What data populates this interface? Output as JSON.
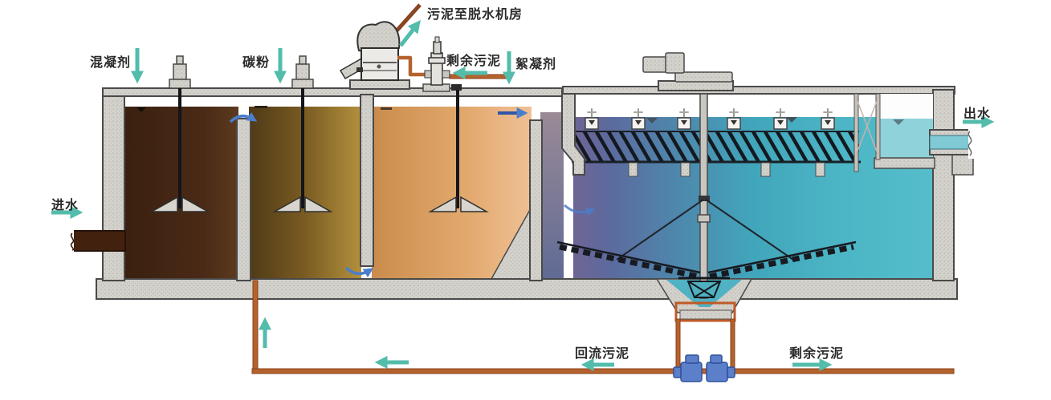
{
  "diagram": {
    "labels": {
      "coagulant": "混凝剂",
      "carbon_powder": "碳粉",
      "sludge_to_dewatering": "污泥至脱水机房",
      "excess_sludge_top": "剩余污泥",
      "flocculant": "絮凝剂",
      "effluent": "出水",
      "influent": "进水",
      "return_sludge": "回流污泥",
      "excess_sludge_bottom": "剩余污泥"
    },
    "colors": {
      "arrow_teal": "#53bcab",
      "flow_arrow_blue": "#4b7ecb",
      "pipe_brown": "#b4622e",
      "inlet_sludge_brown": "#42220f",
      "tank1_water_dark_brown": "#4a2a16",
      "tank2_water_olive": "#b3903e",
      "tank3_water_tan": "#efc095",
      "transition_purple": "#6e6594",
      "clarifier_teal": "#4cb6c6",
      "outlet_water_teal": "#7fcad4",
      "concrete_gray": "#d3d1cb",
      "pump_blue": "#5b7fc8",
      "lamella_black": "#141920"
    }
  }
}
